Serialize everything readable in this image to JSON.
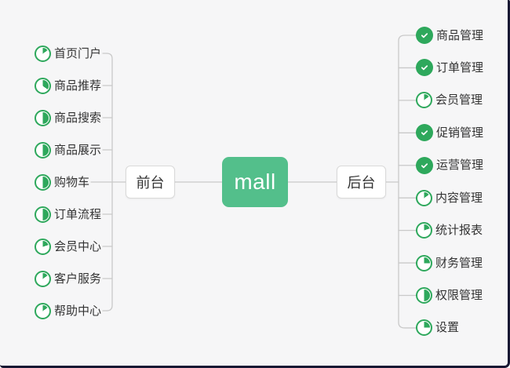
{
  "center": {
    "label": "mall"
  },
  "branches": {
    "front": {
      "label": "前台",
      "items": [
        {
          "label": "首页门户",
          "status": "progress",
          "progress": 15
        },
        {
          "label": "商品推荐",
          "status": "progress",
          "progress": 35
        },
        {
          "label": "商品搜索",
          "status": "progress",
          "progress": 50
        },
        {
          "label": "商品展示",
          "status": "progress",
          "progress": 50
        },
        {
          "label": "购物车",
          "status": "progress",
          "progress": 50
        },
        {
          "label": "订单流程",
          "status": "progress",
          "progress": 50
        },
        {
          "label": "会员中心",
          "status": "progress",
          "progress": 20
        },
        {
          "label": "客户服务",
          "status": "progress",
          "progress": 15
        },
        {
          "label": "帮助中心",
          "status": "progress",
          "progress": 15
        }
      ]
    },
    "back": {
      "label": "后台",
      "items": [
        {
          "label": "商品管理",
          "status": "done",
          "progress": 100
        },
        {
          "label": "订单管理",
          "status": "done",
          "progress": 100
        },
        {
          "label": "会员管理",
          "status": "progress",
          "progress": 15
        },
        {
          "label": "促销管理",
          "status": "done",
          "progress": 100
        },
        {
          "label": "运营管理",
          "status": "done",
          "progress": 100
        },
        {
          "label": "内容管理",
          "status": "progress",
          "progress": 15
        },
        {
          "label": "统计报表",
          "status": "progress",
          "progress": 20
        },
        {
          "label": "财务管理",
          "status": "progress",
          "progress": 25
        },
        {
          "label": "权限管理",
          "status": "progress",
          "progress": 50
        },
        {
          "label": "设置",
          "status": "progress",
          "progress": 25
        }
      ]
    }
  },
  "colors": {
    "accent_green": "#2ea85c",
    "center_node_green": "#53bf8b",
    "connector_gray": "#c9c9c9"
  },
  "icons": {
    "done": "check-circle-icon",
    "progress": "progress-pie-icon"
  }
}
